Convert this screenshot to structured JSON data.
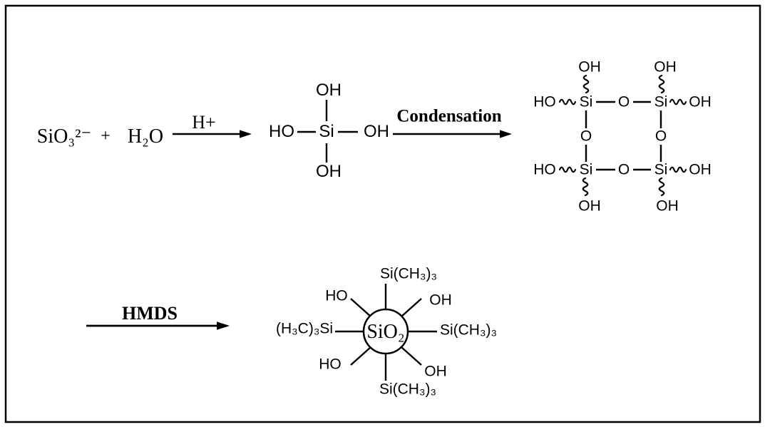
{
  "colors": {
    "ink": "#000000",
    "background": "#ffffff"
  },
  "reaction": {
    "silicate": "SiO₃²⁻",
    "plus": "+",
    "water": "H₂O",
    "acid_arrow_label": "H+",
    "condensation_arrow_label": "Condensation",
    "hmds_arrow_label": "HMDS"
  },
  "silicic_acid": {
    "si": "Si",
    "oh_top": "OH",
    "ho_left": "HO",
    "oh_right": "OH",
    "oh_bottom": "OH"
  },
  "siloxane_ring": {
    "oh_top_left": "OH",
    "oh_top_right": "OH",
    "ho_left_top": "HO",
    "si_top_left": "Si",
    "o_top": "O",
    "si_top_right": "Si",
    "oh_right_top": "OH",
    "o_left": "O",
    "o_right": "O",
    "ho_left_bottom": "HO",
    "si_bottom_left": "Si",
    "o_bottom": "O",
    "si_bottom_right": "Si",
    "oh_right_bottom": "OH",
    "oh_bottom_left": "OH",
    "oh_bottom_right": "OH"
  },
  "particle": {
    "core": "SiO₂",
    "tms_top": "Si(CH₃)₃",
    "oh_top_right": "OH",
    "tms_right": "Si(CH₃)₃",
    "oh_bottom_right": "OH",
    "tms_bottom": "Si(CH₃)₃",
    "ho_bottom_left": "HO",
    "tms_left": "(H₃C)₃Si",
    "ho_top_left": "HO"
  }
}
